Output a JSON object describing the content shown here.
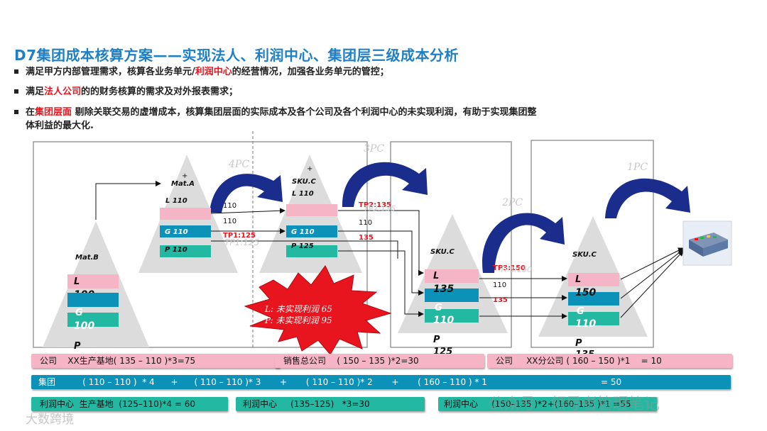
{
  "title": "D7集团成本核算方案——实现法人、利润中心、集团层三级成本分析",
  "bullets": [
    {
      "pre": "满足甲方内部管理需求，核算各业务单元/",
      "hl": "利润中心",
      "post": "的经营情况，加强各业务单元的管控；"
    },
    {
      "pre": "满足",
      "hl": "法人公司",
      "post": "的的财务核算的需求及对外报表需求；"
    },
    {
      "pre": "在",
      "hl": "集团层面",
      "post": " 剔除关联交易的虚增成本，核算集团层面的实际成本及各个公司及各个利润中心的未实现利润，有助于实现集团整",
      "line2": "体利益的最大化."
    }
  ],
  "watermarks": {
    "pc4": "4PC",
    "pc3": "3PC",
    "pc2": "2PC",
    "pc1": "1PC",
    "tp1_echo": "TP1:125",
    "tp2_echo": "TP2:135",
    "tp3_echo": "TP3:150"
  },
  "pyramids": {
    "matb": {
      "title": "Mat.B",
      "l_label": "L",
      "l_val": "100",
      "g_label": "G",
      "g_val": "100",
      "p_label": "P"
    },
    "mata": {
      "plus": "+",
      "title": "Mat.A",
      "l_label": "L   110",
      "g_label": "G  110",
      "p_label": "P  110"
    },
    "skuc1": {
      "plus": "+",
      "title": "SKU.C",
      "l_label": "L   110",
      "g_label": "G 110",
      "p_label": "P 125"
    },
    "skuc2": {
      "title": "SKU.C",
      "l_label": "L",
      "l_val": "135",
      "g_label": "G",
      "g_val": "110",
      "p_label": "P",
      "p_val": "125"
    },
    "skuc3": {
      "title": "SKU.C",
      "l_label": "L",
      "l_val": "150",
      "g_label": "G",
      "g_val": "110",
      "p_label": "P",
      "p_val": "135"
    }
  },
  "flow_labels": {
    "a_l": "110",
    "a_g": "110",
    "tp1": "TP1:125",
    "tp2": "TP2:135",
    "c_l": "110",
    "c_p": "135",
    "tp3": "TP3:150",
    "d_l": "110",
    "d_p": "135"
  },
  "burst": {
    "line1": "L:  未实现利润 65",
    "line2": "P:  未实现利润 95"
  },
  "bars": {
    "company1": "公司    XX生产基地( 135 – 110 )*3=75",
    "company2": "销售总公司    ( 150 – 135 )*2=30",
    "company3": "公司     XX分公司 ( 160 – 150 )*1    = 10",
    "group": "集团          ( 110 – 110 )  * 4      +      ( 110 – 110 )* 3       +       ( 110 – 110 )* 2       +       ( 160 – 110 ) * 1                                          = 50",
    "pc1": "利润中心  生产基地  (125–110)*4 = 60",
    "pc2": "利润中心     (135–125)   *3=30",
    "pc3": "利润中心     (150–135 )*2+(160–135 )*1 =55"
  },
  "footer": {
    "wm_left": "大数跨境",
    "wm_right": "公众号 · 领导者管理笔记"
  },
  "colors": {
    "title": "#1f7fc4",
    "highlight": "#e8141e",
    "pink": "#f5b5c6",
    "blue": "#0c92b9",
    "teal": "#22b8a2",
    "pyramid": "#dcdcdc",
    "arrow": "#1a2d8c",
    "burst": "#e8141e"
  }
}
